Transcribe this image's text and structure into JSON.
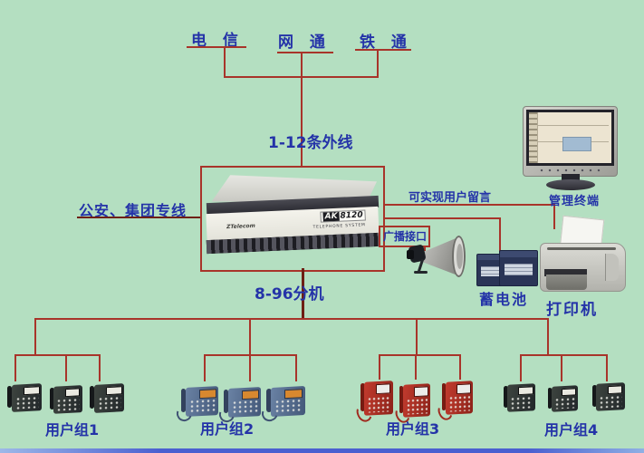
{
  "diagram": {
    "carriers": [
      {
        "label": "电 信"
      },
      {
        "label": "网  通"
      },
      {
        "label": "铁 通"
      }
    ],
    "external_lines_label": "1-12条外线",
    "dedicated_line_label": "公安、集团专线",
    "pbx": {
      "brand": "ZTelecom",
      "badge_prefix": "AK",
      "badge_number": "8120",
      "subtitle": "TELEPHONE SYSTEM"
    },
    "voicemail_label": "可实现用户留言",
    "management_terminal_label": "管理终端",
    "broadcast_port_label": "广播接口",
    "battery_label": "蓄电池",
    "printer_label": "打印机",
    "extensions_label": "8-96分机",
    "user_groups": [
      {
        "label": "用户组1"
      },
      {
        "label": "用户组2"
      },
      {
        "label": "用户组3"
      },
      {
        "label": "用户组4"
      }
    ]
  },
  "colors": {
    "background": "#b4dfc1",
    "line_red": "#a8342a",
    "trunk_dark_red": "#6e2014",
    "text_blue": "#2433a8",
    "phone_dark": "#2e3530",
    "phone_blue": "#5a7093",
    "phone_red": "#b2362b",
    "battery_navy": "#2a3556",
    "bottom_bar_blue": "#4a5fd0"
  }
}
